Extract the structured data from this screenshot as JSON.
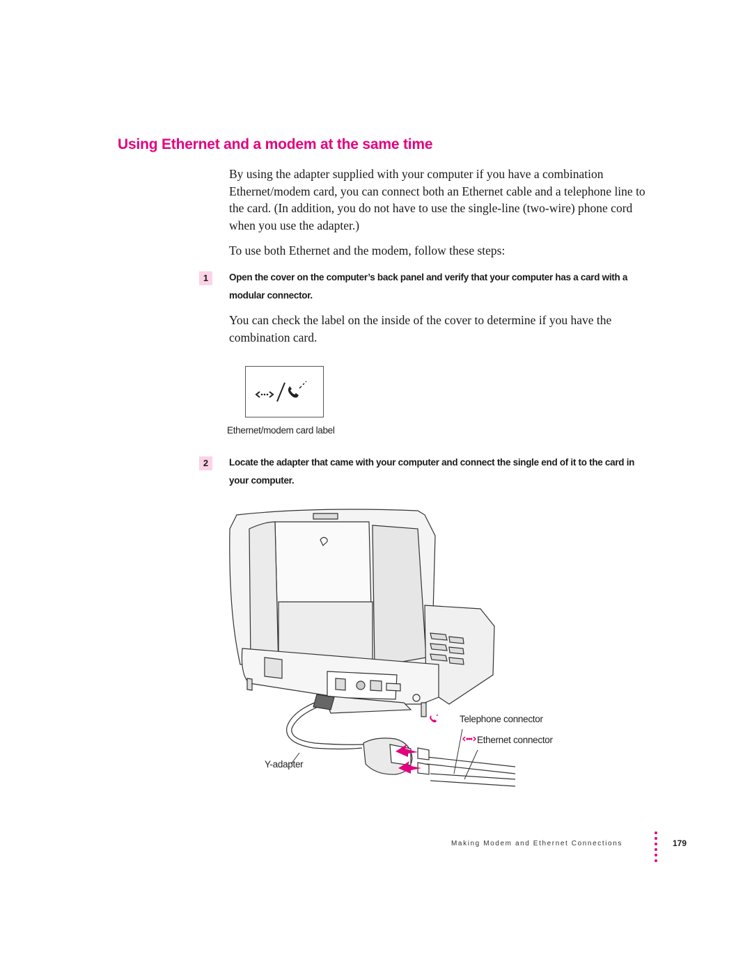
{
  "heading": "Using Ethernet and a modem at the same time",
  "intro": "By using the adapter supplied with your computer if you have a combination Ethernet/modem card, you can connect both an Ethernet cable and a telephone line to the card. (In addition, you do not have to use the single-line (two-wire) phone cord when you use the adapter.)",
  "lead_in": "To use both Ethernet and the modem, follow these steps:",
  "steps": [
    {
      "number": "1",
      "instruction": "Open the cover on the computer’s back panel and verify that your computer has a card with a modular connector.",
      "detail": "You can check the label on the inside of the cover to determine if you have the combination card."
    },
    {
      "number": "2",
      "instruction": "Locate the adapter that came with your computer and connect the single end of it to the card in your computer."
    }
  ],
  "figure1": {
    "caption": "Ethernet/modem card label",
    "icons": [
      "ethernet-icon",
      "telephone-icon"
    ]
  },
  "figure2": {
    "callouts": {
      "telephone": "Telephone connector",
      "ethernet": "Ethernet connector",
      "y_adapter": "Y-adapter"
    },
    "icons": [
      "laptop-back-illustration",
      "y-adapter-illustration",
      "telephone-icon",
      "ethernet-icon"
    ]
  },
  "footer": {
    "title": "Making Modem and Ethernet Connections",
    "page_number": "179"
  },
  "colors": {
    "accent": "#e3007f",
    "step_badge": "#fcd3e6",
    "text": "#1a1a1a"
  }
}
